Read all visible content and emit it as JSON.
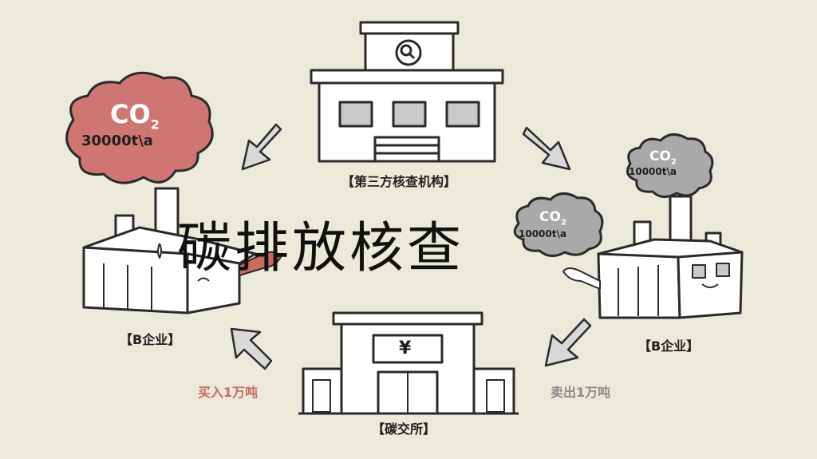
{
  "title": "碳排放核查",
  "nodes": {
    "third_party": {
      "label": "【第三方核查机构】"
    },
    "left_enterprise": {
      "label": "【B企业】"
    },
    "right_enterprise": {
      "label": "【B企业】"
    },
    "exchange": {
      "label": "【碳交所】",
      "sign_glyph": "¥"
    }
  },
  "flows": {
    "buy": {
      "label": "买入1万吨",
      "color": "#c96a63"
    },
    "sell": {
      "label": "卖出1万吨",
      "color": "#8a8a8a"
    }
  },
  "emissions": {
    "left": {
      "gas": "CO",
      "sub": "2",
      "amount": "30000t\\a",
      "color": "#cf7672"
    },
    "right_upper": {
      "gas": "CO",
      "sub": "2",
      "amount": "10000t\\a",
      "color": "#a9a9a9"
    },
    "right_lower": {
      "gas": "CO",
      "sub": "2",
      "amount": "10000t\\a",
      "color": "#a9a9a9"
    }
  },
  "colors": {
    "background": "#ebe9d9",
    "outline": "#2a2a2a",
    "window": "#c9c9c9",
    "arrow": "#d9d9d9"
  }
}
